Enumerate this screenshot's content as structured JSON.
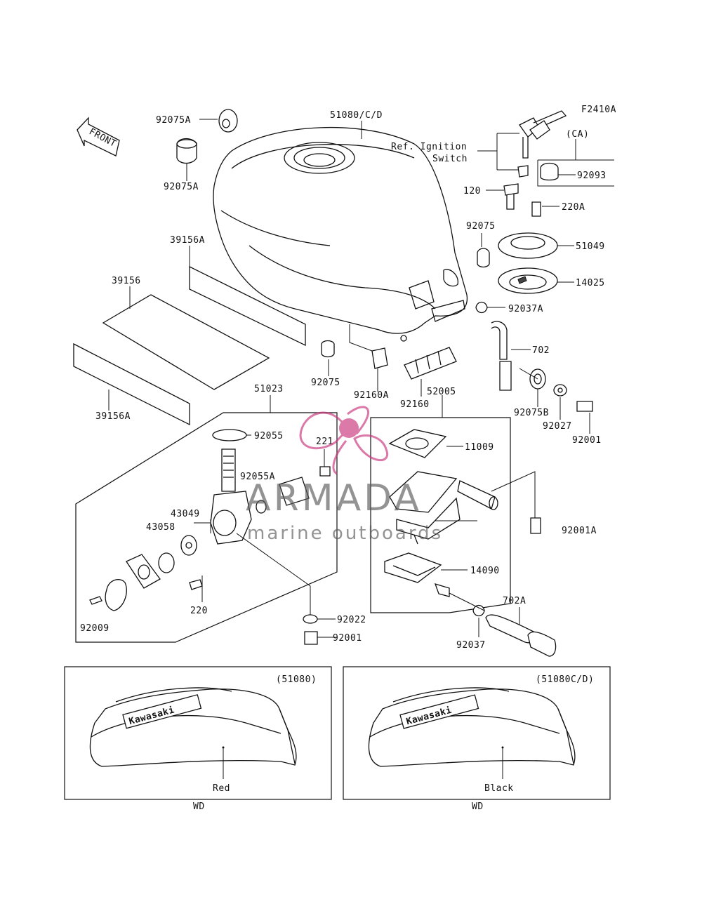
{
  "figure_code": "F2410A",
  "front_arrow": "FRONT",
  "colors": {
    "line": "#111111",
    "watermark": "#c8327a",
    "watermark_text": "#555555"
  },
  "watermark": {
    "brand": "ARMADA",
    "tagline": "marine outboards"
  },
  "ref_note": {
    "line1": "Ref. Ignition",
    "line2": "Switch"
  },
  "ca_label": "(CA)",
  "labels": {
    "p92075A_top": "92075A",
    "p92075A_bottom": "92075A",
    "p51080CD": "51080/C/D",
    "p92093": "92093",
    "p120": "120",
    "p220A": "220A",
    "p92075_right": "92075",
    "p51049": "51049",
    "p14025": "14025",
    "p39156A_top": "39156A",
    "p39156": "39156",
    "p92037A": "92037A",
    "p702": "702",
    "p92075_mid": "92075",
    "p92160A": "92160A",
    "p92160": "92160",
    "p52005": "52005",
    "p92075B": "92075B",
    "p92027": "92027",
    "p92001_right": "92001",
    "p39156A_bottom": "39156A",
    "p51023": "51023",
    "p92055": "92055",
    "p221": "221",
    "p11009": "11009",
    "p92055A": "92055A",
    "p43049": "43049",
    "p43058": "43058",
    "p92001A": "92001A",
    "p14090": "14090",
    "p220": "220",
    "p92009": "92009",
    "p702A": "702A",
    "p92022": "92022",
    "p92001_bottom": "92001",
    "p92037": "92037"
  },
  "inset_left": {
    "code": "(51080)",
    "color_label": "Red",
    "market": "WD",
    "badge": "Kawasaki"
  },
  "inset_right": {
    "code": "(51080C/D)",
    "color_label": "Black",
    "market": "WD",
    "badge": "Kawasaki"
  }
}
